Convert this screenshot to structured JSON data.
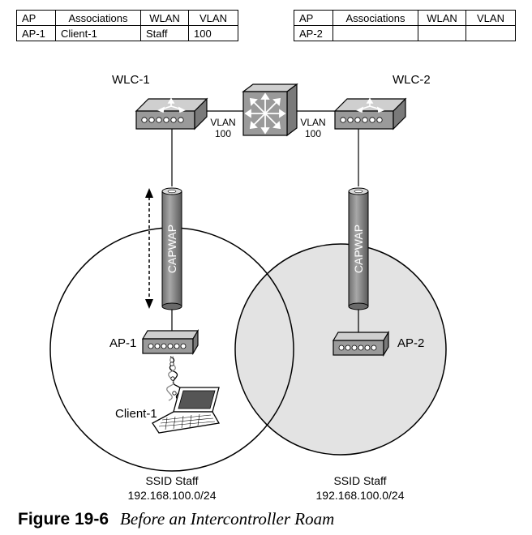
{
  "tables": [
    {
      "headers": [
        "AP",
        "Associations",
        "WLAN",
        "VLAN"
      ],
      "row": [
        "AP-1",
        "Client-1",
        "Staff",
        "100"
      ]
    },
    {
      "headers": [
        "AP",
        "Associations",
        "WLAN",
        "VLAN"
      ],
      "row": [
        "AP-2",
        "",
        "",
        ""
      ]
    }
  ],
  "labels": {
    "wlc1": "WLC-1",
    "wlc2": "WLC-2",
    "vlan_left_1": "VLAN",
    "vlan_left_2": "100",
    "vlan_right_1": "VLAN",
    "vlan_right_2": "100",
    "capwap_left": "CAPWAP",
    "capwap_right": "CAPWAP",
    "ap1": "AP-1",
    "ap2": "AP-2",
    "client1": "Client-1",
    "ssid_left": "SSID Staff",
    "subnet_left": "192.168.100.0/24",
    "ssid_right": "SSID Staff",
    "subnet_right": "192.168.100.0/24"
  },
  "caption": {
    "number": "Figure 19-6",
    "text": "Before an Intercontroller Roam"
  },
  "colors": {
    "device_fill": "#9a9a9a",
    "cell_fill": "#bdbdbd",
    "right_circle_fill": "#e3e3e3"
  }
}
